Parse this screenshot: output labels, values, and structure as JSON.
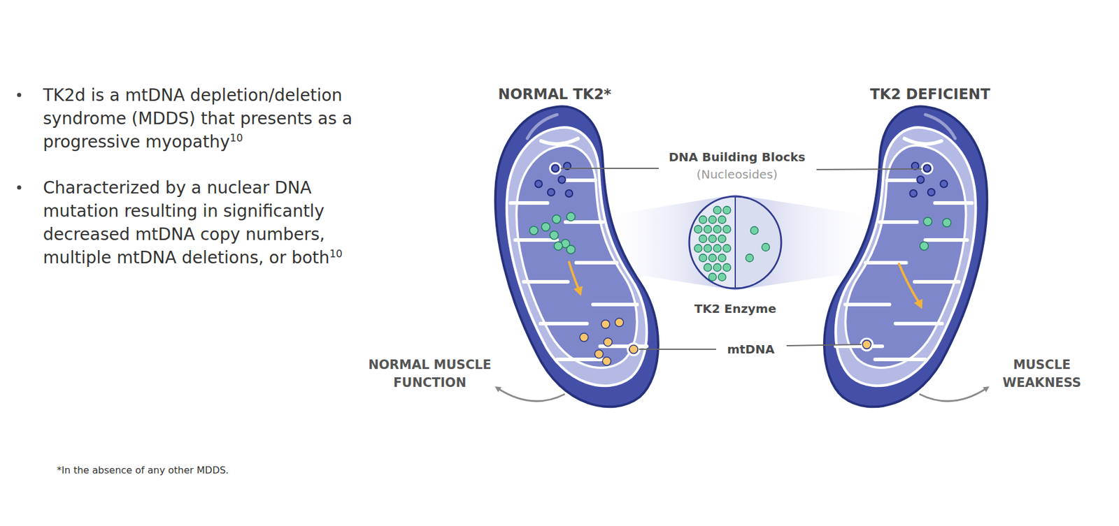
{
  "diagram": {
    "nodes": [
      {
        "text": [
          "NORMAL TK2*"
        ]
      },
      {
        "text": [
          "TK2 DEFICIENT"
        ]
      },
      {
        "text": [
          "TK2 Enzyme"
        ]
      }
    ],
    "labels": [
      "TK2d is a mtDNA depletion/deletion syndrome (MDDS) that presents as a progressive myopathy",
      "10",
      "Characterized by a nuclear DNA mutation resulting in significantly decreased mtDNA copy numbers, multiple mtDNA deletions, or both",
      "10",
      "DNA Building Blocks",
      "(Nucleosides)",
      "mtDNA",
      "NORMAL MUSCLE FUNCTION",
      "MUSCLE WEAKNESS",
      "*In the absence of any other MDDS."
    ]
  }
}
